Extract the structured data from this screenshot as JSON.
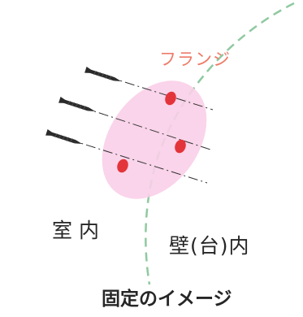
{
  "labels": {
    "flange": "フランジ",
    "room_interior": "室内",
    "wall_interior": "壁(台)内",
    "caption": "固定のイメージ"
  },
  "colors": {
    "flange_fill": "#f9cfe8",
    "screw_hole": "#e4343b",
    "wall_line": "#8fc9a0",
    "screw_body": "#2b2b2b",
    "flange_label": "#ee7b68",
    "text": "#262626"
  },
  "icons": {
    "screw": "screw-icon"
  }
}
